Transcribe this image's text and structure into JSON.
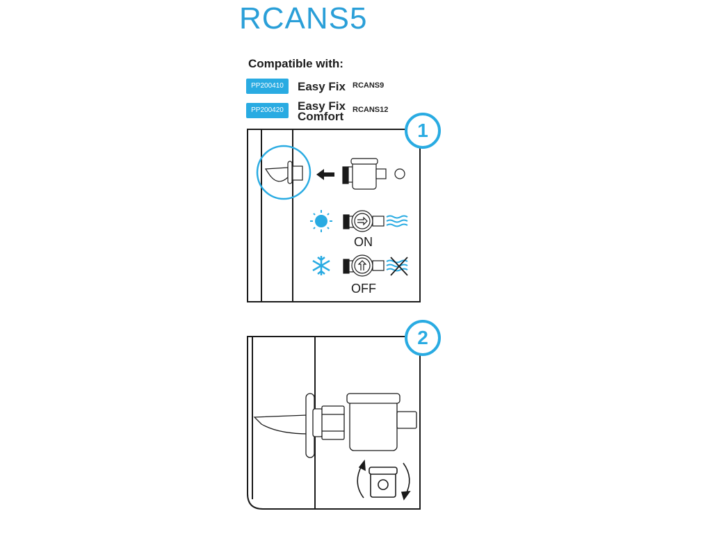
{
  "title": "RCANS5",
  "compatible": {
    "label": "Compatible with:",
    "items": [
      {
        "badge": "PP200410",
        "name_line1": "Easy Fix",
        "name_line2": "",
        "model": "RCANS9"
      },
      {
        "badge": "PP200420",
        "name_line1": "Easy Fix",
        "name_line2": "Comfort",
        "model": "RCANS12"
      }
    ]
  },
  "steps": [
    {
      "number": "1",
      "on_label": "ON",
      "off_label": "OFF"
    },
    {
      "number": "2"
    }
  ],
  "colors": {
    "accent": "#29abe2",
    "title": "#2a9fd8",
    "line": "#1a1a1a"
  }
}
